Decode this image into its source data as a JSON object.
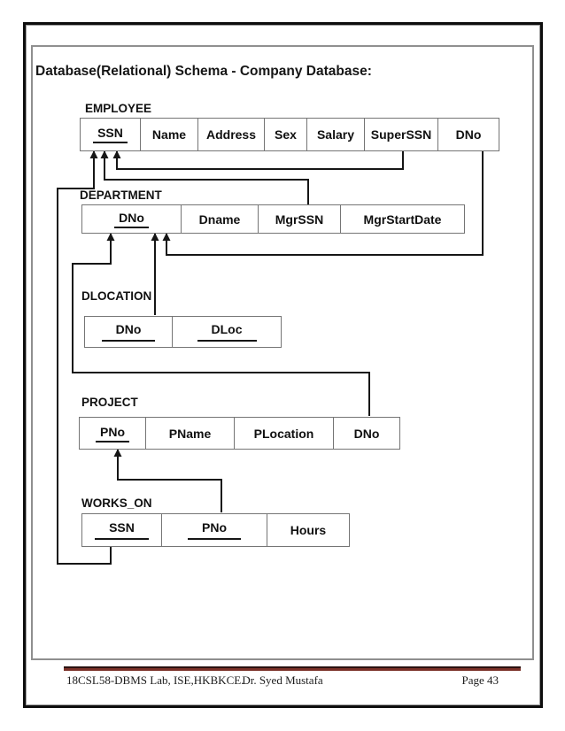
{
  "document": {
    "title": "Database(Relational) Schema - Company Database:",
    "footer": {
      "left": "18CSL58-DBMS Lab, ISE,HKBKCE.",
      "center": "Dr. Syed Mustafa",
      "right": "Page 43"
    }
  },
  "tables": [
    {
      "name": "EMPLOYEE",
      "columns": [
        {
          "label": "SSN",
          "key": true
        },
        {
          "label": "Name"
        },
        {
          "label": "Address"
        },
        {
          "label": "Sex"
        },
        {
          "label": "Salary"
        },
        {
          "label": "SuperSSN"
        },
        {
          "label": "DNo"
        }
      ]
    },
    {
      "name": "DEPARTMENT",
      "columns": [
        {
          "label": "DNo",
          "key": true
        },
        {
          "label": "Dname"
        },
        {
          "label": "MgrSSN"
        },
        {
          "label": "MgrStartDate"
        }
      ]
    },
    {
      "name": "DLOCATION",
      "columns": [
        {
          "label": "DNo",
          "key": true,
          "wide_underline": true
        },
        {
          "label": "DLoc",
          "key": true,
          "wide_underline": true
        }
      ]
    },
    {
      "name": "PROJECT",
      "columns": [
        {
          "label": "PNo",
          "key": true
        },
        {
          "label": "PName"
        },
        {
          "label": "PLocation"
        },
        {
          "label": "DNo"
        }
      ]
    },
    {
      "name": "WORKS_ON",
      "columns": [
        {
          "label": "SSN",
          "key": true,
          "wide_underline": true
        },
        {
          "label": "PNo",
          "key": true,
          "wide_underline": true
        },
        {
          "label": "Hours"
        }
      ]
    }
  ],
  "relations": [
    {
      "id": "fk-works_on-ssn",
      "from": "WORKS_ON.SSN",
      "to": "EMPLOYEE.SSN"
    },
    {
      "id": "fk-department-mgrssn",
      "from": "DEPARTMENT.MgrSSN",
      "to": "EMPLOYEE.SSN"
    },
    {
      "id": "fk-employee-superssn",
      "from": "EMPLOYEE.SuperSSN",
      "to": "EMPLOYEE.SSN"
    },
    {
      "id": "fk-employee-dno",
      "from": "EMPLOYEE.DNo",
      "to": "DEPARTMENT.DNo"
    },
    {
      "id": "fk-dlocation-dno",
      "from": "DLOCATION.DNo",
      "to": "DEPARTMENT.DNo"
    },
    {
      "id": "fk-project-dno",
      "from": "PROJECT.DNo",
      "to": "DEPARTMENT.DNo"
    },
    {
      "id": "fk-works_on-pno",
      "from": "WORKS_ON.PNo",
      "to": "PROJECT.PNo"
    }
  ],
  "colors": {
    "line": "#161616",
    "accent_rule": "#7b3028"
  }
}
